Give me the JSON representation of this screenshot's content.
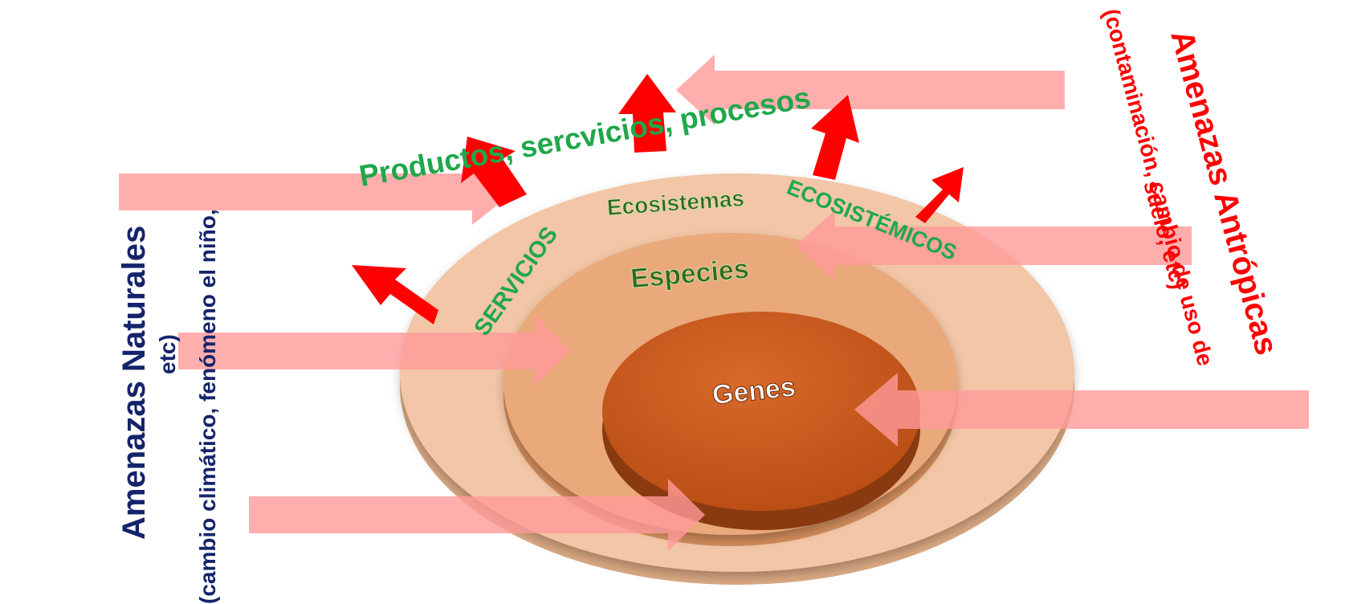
{
  "labels": {
    "ecosistemas": "Ecosistemas",
    "especies": "Especies",
    "genes": "Genes",
    "productos": "Productos, sercvicios, procesos",
    "servicios": "SERVICIOS",
    "ecosistemicos": "ECOSISTÉMICOS",
    "naturales_title": "Amenazas Naturales",
    "naturales_sub_line1": "(cambio climático, fenómeno el niño,",
    "naturales_sub_line2": "etc)",
    "antropicas_title": "Amenazas Antrópicas",
    "antropicas_sub_line1": "(contaminación, cambio de uso de",
    "antropicas_sub_line2": "suelo, etc)"
  },
  "colors": {
    "outer_ring": "#f2c6a6",
    "middle_ring": "#e9a97a",
    "inner_core": "#c4561a",
    "services_green": "#1fa84a",
    "level_label_green": "#2f6a1c",
    "threat_arrow": "#ff9a9a",
    "output_arrow": "#ff0000",
    "naturales_text": "#14246b",
    "antropicas_text": "#ff0000"
  }
}
